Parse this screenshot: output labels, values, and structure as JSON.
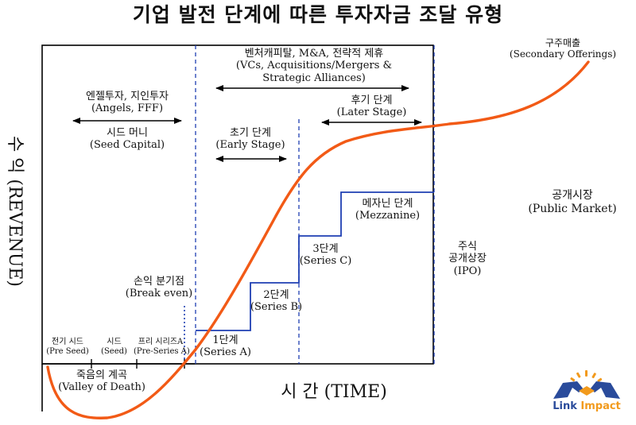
{
  "title": "기업 발전 단계에 따른 투자자금 조달 유형",
  "axes": {
    "y_label": "수 익 (REVENUE)",
    "x_label": "시 간 (TIME)"
  },
  "labels": {
    "secondary": [
      "구주매출",
      "(Secondary Offerings)"
    ],
    "vc": [
      "벤처캐피탈, M&A, 전략적 제휴",
      "(VCs, Acquisitions/Mergers &",
      "Strategic Alliances)"
    ],
    "angels": [
      "엔젤투자, 지인투자",
      "(Angels, FFF)"
    ],
    "seed_capital": [
      "시드 머니",
      "(Seed Capital)"
    ],
    "early_stage": [
      "초기 단계",
      "(Early Stage)"
    ],
    "later_stage": [
      "후기 단계",
      "(Later Stage)"
    ],
    "mezzanine": [
      "메자닌 단계",
      "(Mezzanine)"
    ],
    "public_market": [
      "공개시장",
      "(Public Market)"
    ],
    "series_c": [
      "3단계",
      "(Series C)"
    ],
    "ipo": [
      "주식",
      "공개상장",
      "(IPO)"
    ],
    "break_even": [
      "손익 분기점",
      "(Break even)"
    ],
    "series_b": [
      "2단계",
      "(Series B)"
    ],
    "series_a": [
      "1단계",
      "(Series A)"
    ],
    "pre_seed": [
      "전기 시드",
      "(Pre Seed)"
    ],
    "seed": [
      "시드",
      "(Seed)"
    ],
    "pre_series_a": [
      "프리 시리즈A",
      "(Pre-Series A)"
    ],
    "valley_of_death": [
      "죽음의 계곡",
      "(Valley of Death)"
    ]
  },
  "logo": {
    "word1": "Link",
    "word2": "Impact"
  },
  "colors": {
    "curve": "#f25a16",
    "steps": "#1f3fb2",
    "logo_blue": "#2a4b9b",
    "logo_orange": "#f29a1c"
  }
}
